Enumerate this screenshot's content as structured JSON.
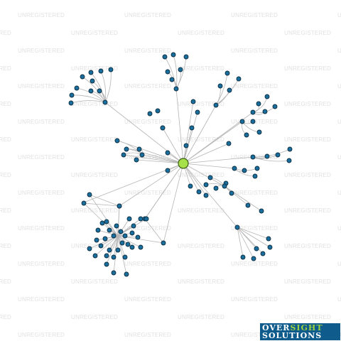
{
  "watermark": {
    "text": "UNREGISTERED"
  },
  "logo": {
    "word1": "OVER",
    "word2": "SIGHT",
    "word3": "SOLUTIONS"
  },
  "colors": {
    "node": "#1b6e9c",
    "center_node": "#a6e04a",
    "edge": "#b5b5b5",
    "logo_bg": "#0f5c8c",
    "logo_accent": "#9bd240"
  }
}
